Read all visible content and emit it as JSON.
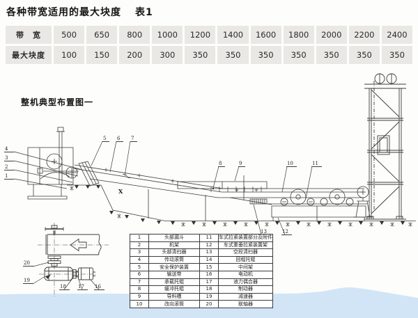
{
  "page": {
    "title": "各种带宽适用的最大块度",
    "table_no": "表1",
    "section_label": "整机典型布置图一"
  },
  "belt_table": {
    "row1_label": "带　宽",
    "row2_label": "最大块度",
    "widths": [
      "500",
      "650",
      "800",
      "1000",
      "1200",
      "1400",
      "1600",
      "1800",
      "2000",
      "2200",
      "2400"
    ],
    "max_lumps": [
      "100",
      "150",
      "200",
      "300",
      "350",
      "350",
      "350",
      "350",
      "350",
      "350",
      "350"
    ]
  },
  "diagram": {
    "callouts": {
      "c1": "1",
      "c2": "2",
      "c3": "3",
      "c4": "4",
      "c5": "5",
      "c6": "6",
      "c7": "7",
      "c8": "8",
      "c9": "9",
      "c10": "10",
      "c11": "11",
      "c12": "12",
      "c13": "13",
      "cx": "X"
    },
    "detail_callouts": {
      "c16": "16",
      "c17": "17",
      "c18": "18",
      "c19": "19",
      "c20": "20"
    }
  },
  "legend": {
    "rows": [
      {
        "no1": "1",
        "name1": "头部漏斗",
        "no2": "11",
        "name2": "车式拉紧装置部分及附件"
      },
      {
        "no1": "2",
        "name1": "机架",
        "no2": "12",
        "name2": "车式重垂拉紧装置架"
      },
      {
        "no1": "3",
        "name1": "头部清扫器",
        "no2": "13",
        "name2": "空段清扫器"
      },
      {
        "no1": "4",
        "name1": "传动滚筒",
        "no2": "14",
        "name2": "回程托辊"
      },
      {
        "no1": "5",
        "name1": "安全保护装置",
        "no2": "15",
        "name2": "中间架"
      },
      {
        "no1": "6",
        "name1": "输送带",
        "no2": "16",
        "name2": "电动机"
      },
      {
        "no1": "7",
        "name1": "承载托辊",
        "no2": "17",
        "name2": "液力偶合器"
      },
      {
        "no1": "8",
        "name1": "缓冲托辊",
        "no2": "18",
        "name2": "制动器"
      },
      {
        "no1": "9",
        "name1": "导料槽",
        "no2": "19",
        "name2": "减速器"
      },
      {
        "no1": "10",
        "name1": "改向滚筒",
        "no2": "20",
        "name2": "联轴器"
      }
    ]
  },
  "colors": {
    "table_cell_bg": "#e9e8e4",
    "water_blue": "#d2e5f7",
    "line": "#3b3b3b"
  }
}
